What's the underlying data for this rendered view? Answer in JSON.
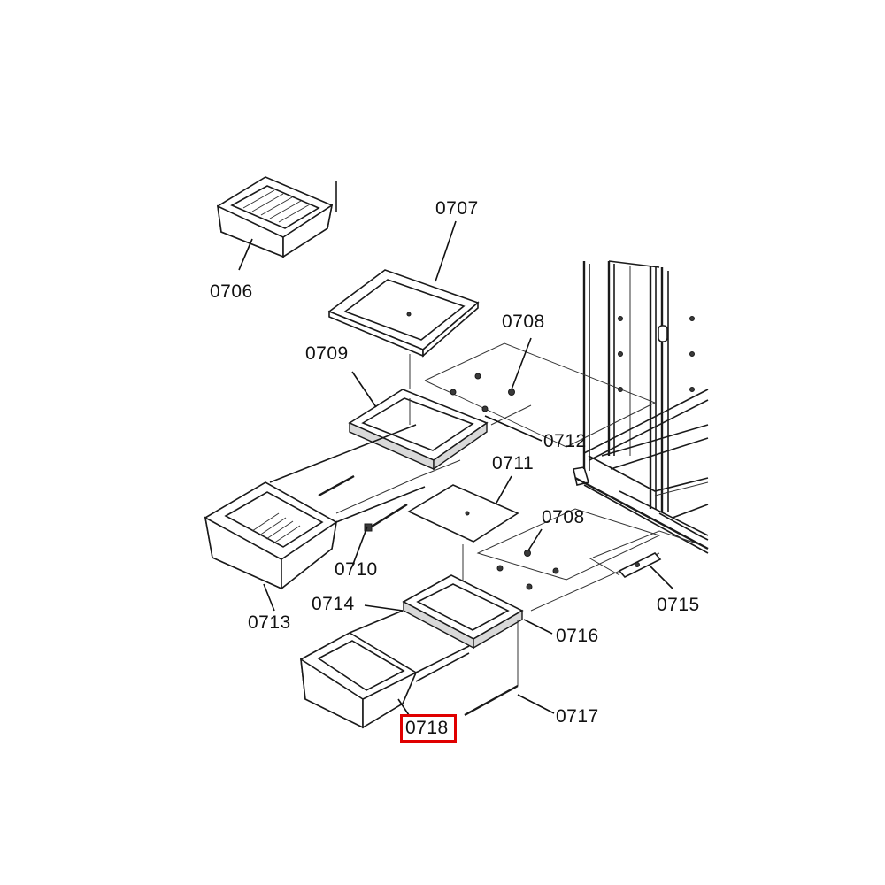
{
  "labels": {
    "p0706": "0706",
    "p0707": "0707",
    "p0708a": "0708",
    "p0709": "0709",
    "p0712": "0712",
    "p0711": "0711",
    "p0708b": "0708",
    "p0710": "0710",
    "p0713": "0713",
    "p0714": "0714",
    "p0715": "0715",
    "p0716": "0716",
    "p0717": "0717",
    "p0718": "0718"
  },
  "highlight": {
    "part": "0718",
    "color": "#e00000"
  }
}
